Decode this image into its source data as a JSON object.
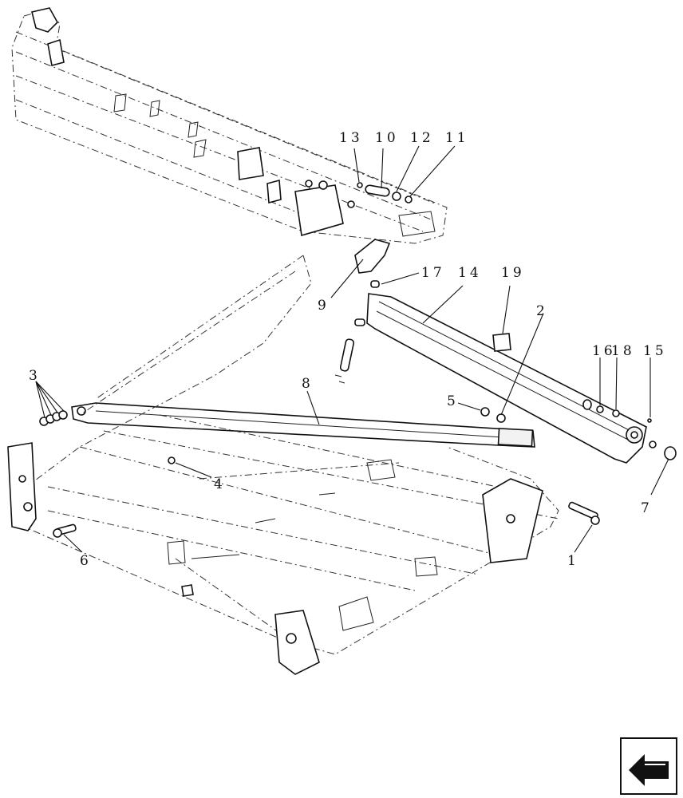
{
  "diagram": {
    "callouts": [
      {
        "id": "c13",
        "label": "13"
      },
      {
        "id": "c10",
        "label": "10"
      },
      {
        "id": "c12",
        "label": "12"
      },
      {
        "id": "c11",
        "label": "11"
      },
      {
        "id": "c9",
        "label": "9"
      },
      {
        "id": "c17",
        "label": "17"
      },
      {
        "id": "c14",
        "label": "14"
      },
      {
        "id": "c19",
        "label": "19"
      },
      {
        "id": "c2",
        "label": "2"
      },
      {
        "id": "c16",
        "label": "16"
      },
      {
        "id": "c18",
        "label": "18"
      },
      {
        "id": "c15",
        "label": "15"
      },
      {
        "id": "c3",
        "label": "3"
      },
      {
        "id": "c8",
        "label": "8"
      },
      {
        "id": "c5",
        "label": "5"
      },
      {
        "id": "c4",
        "label": "4"
      },
      {
        "id": "c7",
        "label": "7"
      },
      {
        "id": "c6",
        "label": "6"
      },
      {
        "id": "c1",
        "label": "1"
      }
    ]
  },
  "nav_icon": "arrow-nav-icon"
}
